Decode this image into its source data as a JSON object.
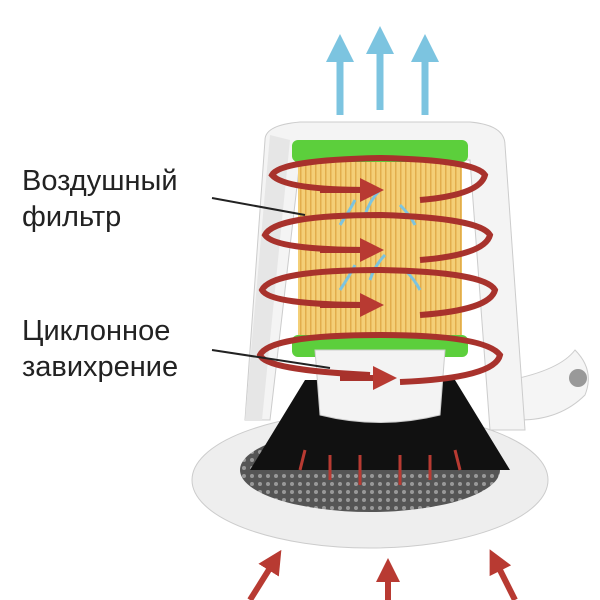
{
  "labels": {
    "air_filter": [
      "Воздушный",
      "фильтр"
    ],
    "cyclone": [
      "Циклонное",
      "завихрение"
    ]
  },
  "colors": {
    "outflow_arrow": "#7cc4e0",
    "inflow_arrow": "#b83a32",
    "swirl": "#a8322c",
    "filter": "#f2c868",
    "filter_cap": "#5ccf3c",
    "housing": "#f3f3f3"
  }
}
